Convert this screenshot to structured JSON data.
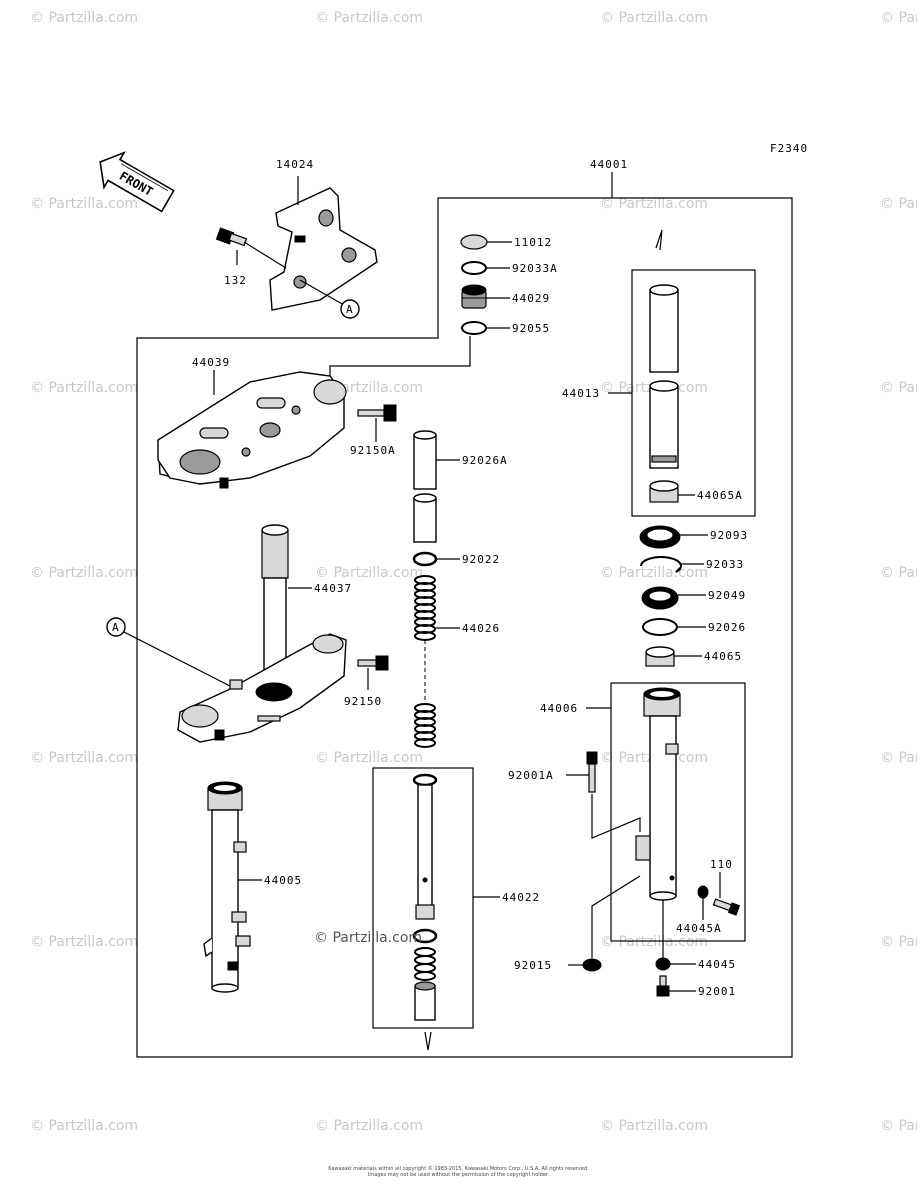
{
  "figure_code": "F2340",
  "front_label": "FRONT",
  "ref_a": "A",
  "watermark": "© Partzilla.com",
  "center_watermark": "© Partzilla.com",
  "footer": {
    "line1": "Kawasaki materials within all copyright © 1983-2015, Kawasaki Motors Corp., U.S.A. All rights reserved.",
    "line2": "Images may not be used without the permission of the copyright holder."
  },
  "parts": {
    "p14024": "14024",
    "p132": "132",
    "p44001": "44001",
    "p11012": "11012",
    "p92033A": "92033A",
    "p44029": "44029",
    "p92055": "92055",
    "p44039": "44039",
    "p92150A": "92150A",
    "p92026A": "92026A",
    "p44013": "44013",
    "p44065A": "44065A",
    "p92093": "92093",
    "p92033": "92033",
    "p92049": "92049",
    "p92026": "92026",
    "p44065": "44065",
    "p44037": "44037",
    "p92022": "92022",
    "p44026": "44026",
    "p92150": "92150",
    "p44006": "44006",
    "p92001A": "92001A",
    "p110": "110",
    "p44045A": "44045A",
    "p44005": "44005",
    "p44022": "44022",
    "p92015": "92015",
    "p44045": "44045",
    "p92001": "92001"
  }
}
